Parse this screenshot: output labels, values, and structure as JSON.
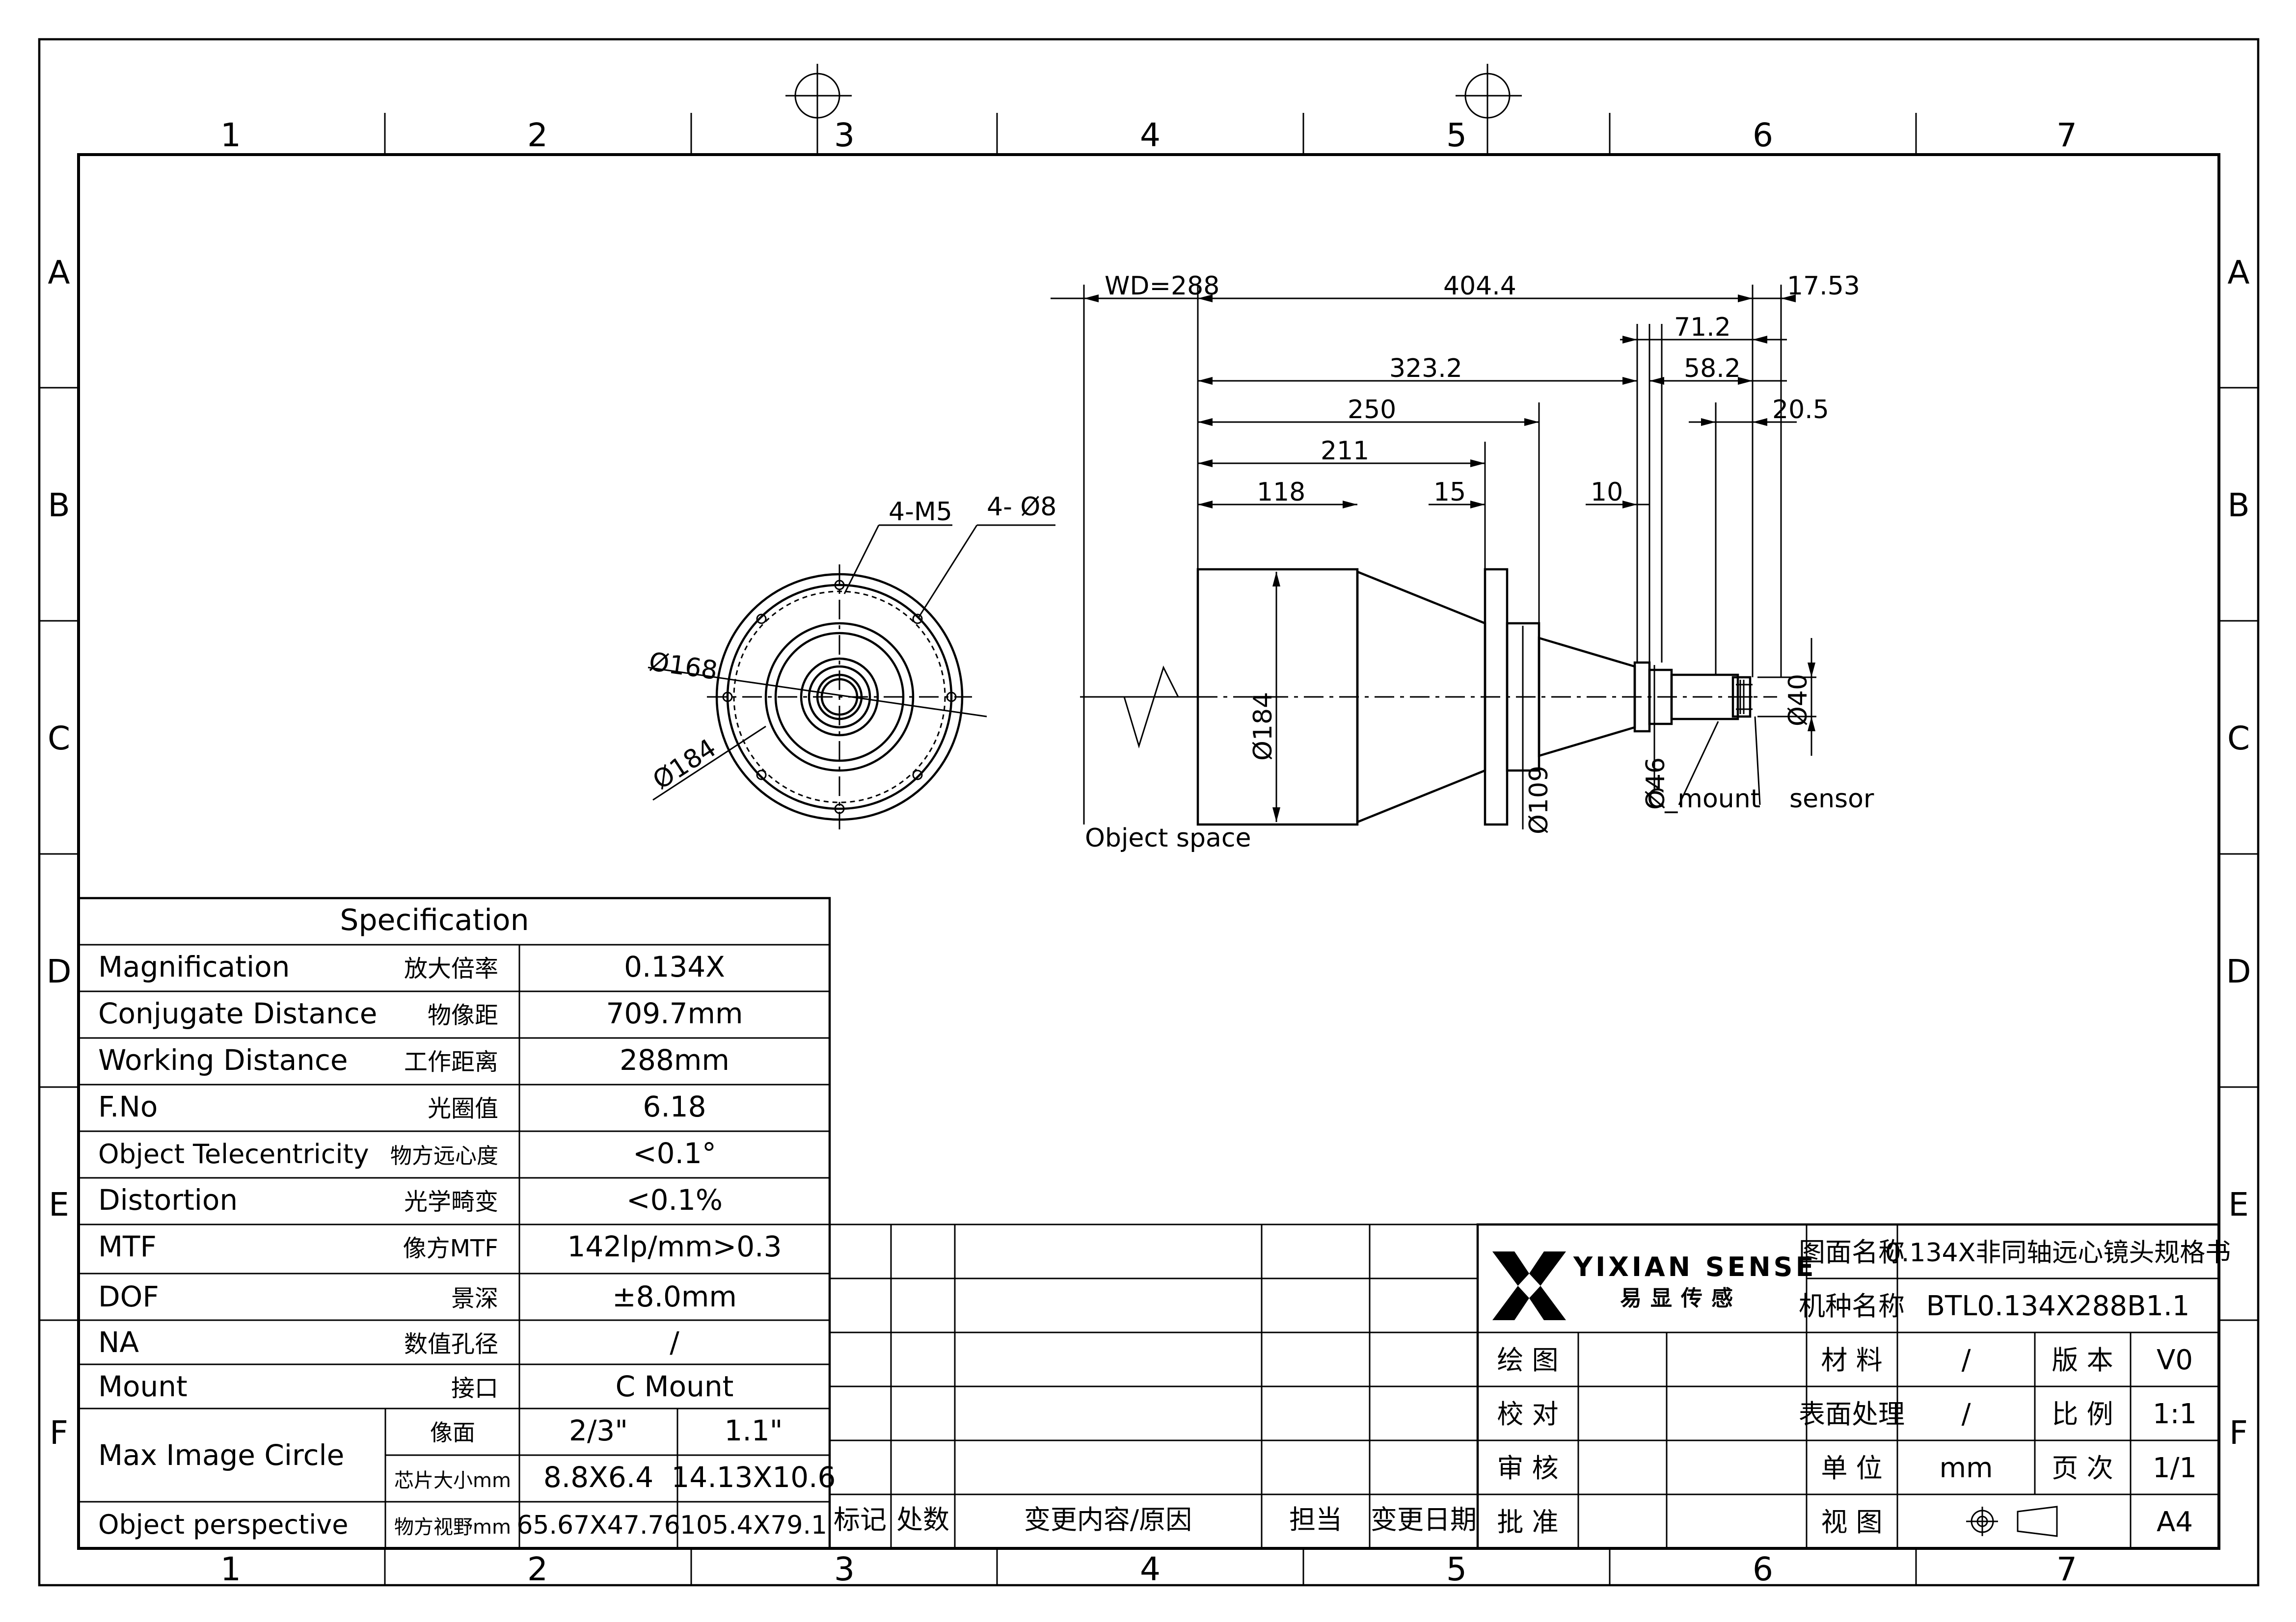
{
  "grid": {
    "columns": [
      "1",
      "2",
      "3",
      "4",
      "5",
      "6",
      "7"
    ],
    "rows": [
      "A",
      "B",
      "C",
      "D",
      "E",
      "F"
    ]
  },
  "drawing": {
    "front_view": {
      "labels": {
        "m5": "4-M5",
        "d8": "4- Ø8",
        "d168": "Ø168",
        "d184": "Ø184"
      }
    },
    "side_view": {
      "labels": {
        "wd": "WD=288",
        "len404": "404.4",
        "len17": "17.53",
        "len71": "71.2",
        "len323": "323.2",
        "len58": "58.2",
        "len250": "250",
        "len20": "20.5",
        "len211": "211",
        "len118": "118",
        "len15": "15",
        "len10": "10",
        "d184": "Ø184",
        "d109": "Ø109",
        "d46": "Ø46",
        "d40": "Ø40",
        "object_space": "Object space",
        "c_mount": "C_mount",
        "sensor": "sensor"
      }
    }
  },
  "spec": {
    "title": "Specification",
    "rows": [
      {
        "en": "Magnification",
        "cn": "放大倍率",
        "val": "0.134X"
      },
      {
        "en": "Conjugate Distance",
        "cn": "物像距",
        "val": "709.7mm"
      },
      {
        "en": "Working Distance",
        "cn": "工作距离",
        "val": "288mm"
      },
      {
        "en": "F.No",
        "cn": "光圈值",
        "val": "6.18"
      },
      {
        "en": "Object Telecentricity",
        "cn": "物方远心度",
        "val": "<0.1°"
      },
      {
        "en": "Distortion",
        "cn": "光学畸变",
        "val": "<0.1%"
      },
      {
        "en": "MTF",
        "cn": "像方MTF",
        "val": "142lp/mm>0.3"
      },
      {
        "en": "DOF",
        "cn": "景深",
        "val": "±8.0mm"
      },
      {
        "en": "NA",
        "cn": "数值孔径",
        "val": "/"
      },
      {
        "en": "Mount",
        "cn": "接口",
        "val": "C Mount"
      }
    ],
    "max_image_circle": {
      "label": "Max Image Circle",
      "sub1": "像面",
      "v1a": "2/3\"",
      "v1b": "1.1\"",
      "sub2": "芯片大小mm",
      "v2a": "8.8X6.4",
      "v2b": "14.13X10.6"
    },
    "object_perspective": {
      "label": "Object perspective",
      "sub": "物方视野mm",
      "va": "65.67X47.76",
      "vb": "105.4X79.1"
    }
  },
  "revision": {
    "headers": {
      "mark": "标记",
      "count": "处数",
      "content": "变更内容/原因",
      "owner": "担当",
      "date": "变更日期"
    }
  },
  "title_block": {
    "logo": {
      "name": "YIXIAN SENSE",
      "cn": "易显传感"
    },
    "roles": {
      "draw": "绘 图",
      "check": "校 对",
      "review": "审 核",
      "approve": "批 准"
    },
    "drawing_name_label": "图面名称",
    "drawing_name": "0.134X非同轴远心镜头规格书",
    "model_label": "机种名称",
    "model": "BTL0.134X288B1.1",
    "material_label": "材 料",
    "material": "/",
    "version_label": "版 本",
    "version": "V0",
    "surface_label": "表面处理",
    "surface": "/",
    "scale_label": "比 例",
    "scale": "1:1",
    "unit_label": "单 位",
    "unit": "mm",
    "page_label": "页 次",
    "page": "1/1",
    "view_label": "视 图",
    "size": "A4"
  }
}
